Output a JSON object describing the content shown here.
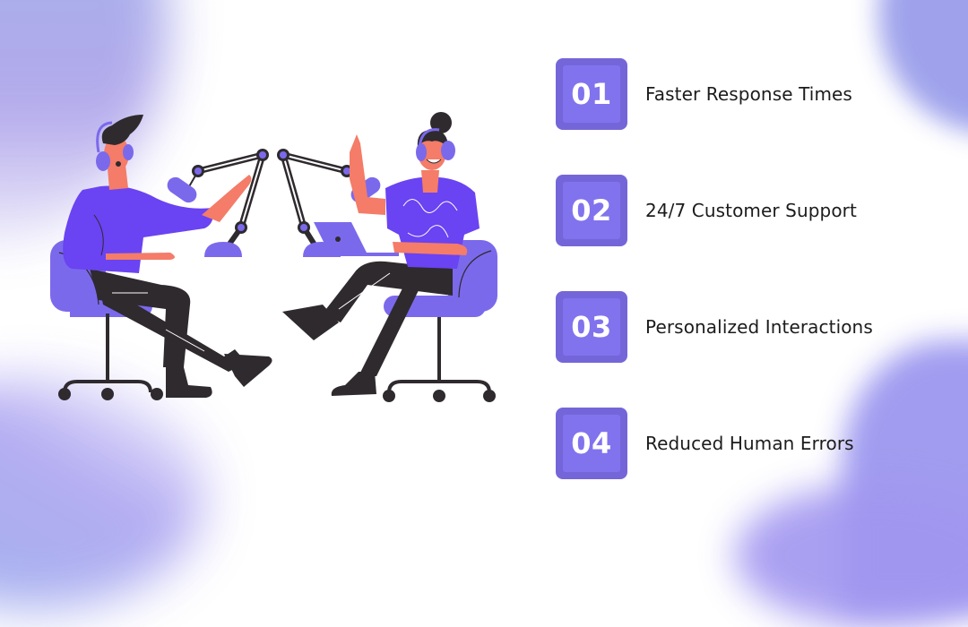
{
  "colors": {
    "badge_outer": "#7466d9",
    "badge_inner": "#8173ee",
    "badge_text": "#ffffff",
    "label_text": "#1c1c1c",
    "illustration_purple": "#7b69ec",
    "illustration_shirt": "#6a43f2",
    "illustration_skin": "#f47c68",
    "illustration_dark": "#2f2a2e"
  },
  "illustration": {
    "description": "Two people with headsets talking into podcast microphones on boom arms, seated on purple office chairs, with a laptop on the table"
  },
  "features": [
    {
      "number": "01",
      "label": "Faster Response Times"
    },
    {
      "number": "02",
      "label": "24/7 Customer Support"
    },
    {
      "number": "03",
      "label": "Personalized Interactions"
    },
    {
      "number": "04",
      "label": "Reduced Human Errors"
    }
  ]
}
